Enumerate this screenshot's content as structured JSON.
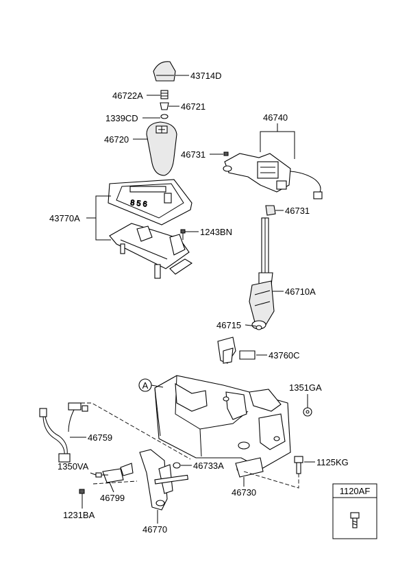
{
  "callouts": {
    "p43714D": "43714D",
    "p46722A": "46722A",
    "p46721": "46721",
    "p1339CD": "1339CD",
    "p46720": "46720",
    "p46740": "46740",
    "p46731_top": "46731",
    "p46731_mid": "46731",
    "p43770A": "43770A",
    "p1243BN": "1243BN",
    "p46710A": "46710A",
    "p46715": "46715",
    "p43760C": "43760C",
    "p1351GA": "1351GA",
    "p46759": "46759",
    "p1350VA": "1350VA",
    "p46733A": "46733A",
    "p1125KG": "1125KG",
    "p46799": "46799",
    "p46730": "46730",
    "p1231BA": "1231BA",
    "p46770": "46770"
  },
  "view_marker": "A",
  "inset": {
    "title": "1120AF"
  }
}
